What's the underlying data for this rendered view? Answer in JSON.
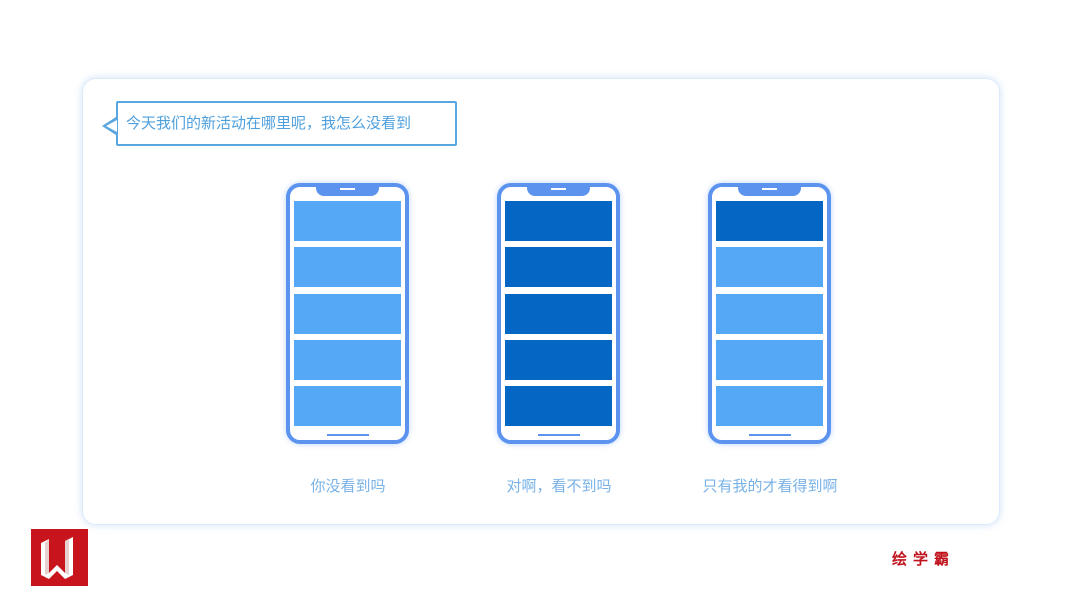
{
  "bubble": {
    "text": "今天我们的新活动在哪里呢，我怎么没看到"
  },
  "colors": {
    "light": "#55a8f5",
    "dark": "#0566c4"
  },
  "phones": [
    {
      "caption": "你没看到吗",
      "bars": [
        "light",
        "light",
        "light",
        "light",
        "light"
      ]
    },
    {
      "caption": "对啊，看不到吗",
      "bars": [
        "dark",
        "dark",
        "dark",
        "dark",
        "dark"
      ]
    },
    {
      "caption": "只有我的才看得到啊",
      "bars": [
        "dark",
        "light",
        "light",
        "light",
        "light"
      ]
    }
  ],
  "footer": {
    "brand": "绘学霸",
    "logo_text": "W"
  }
}
